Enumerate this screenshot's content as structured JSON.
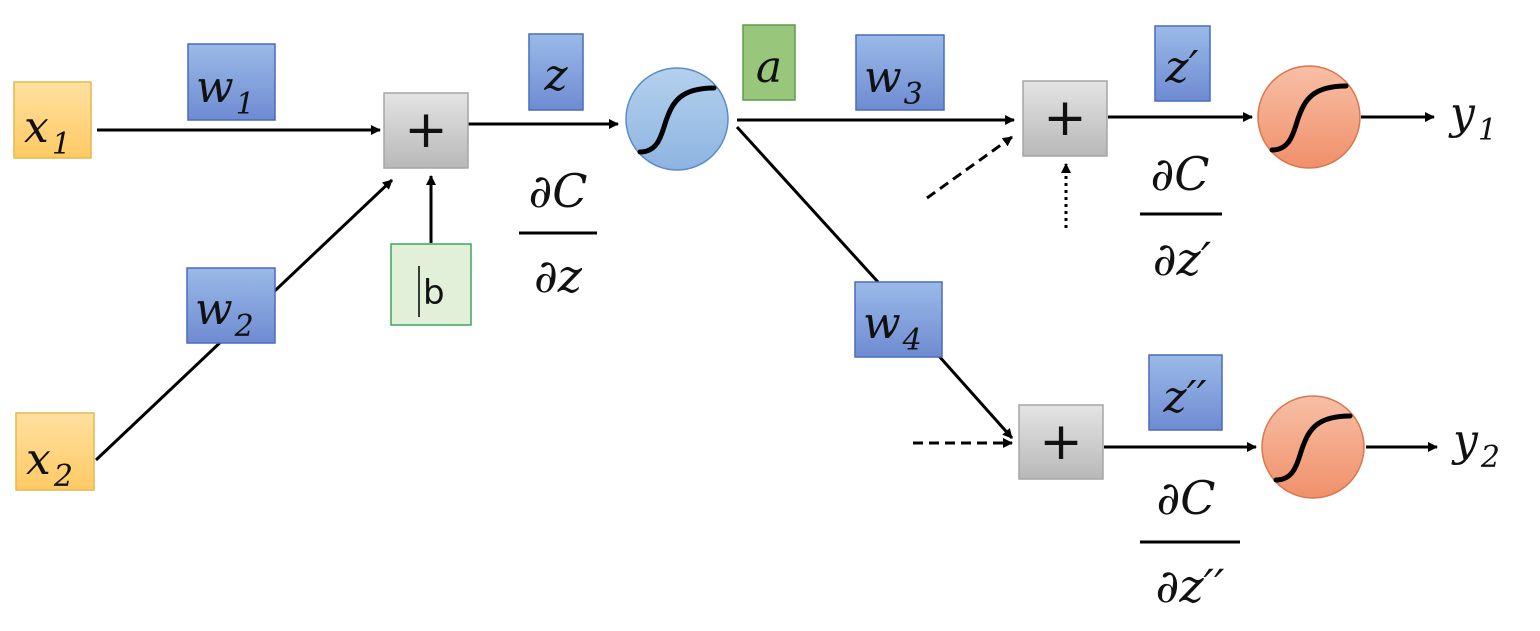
{
  "nodes": {
    "x1": {
      "symbol": "x",
      "sub": "1"
    },
    "x2": {
      "symbol": "x",
      "sub": "2"
    },
    "w1": {
      "symbol": "w",
      "sub": "1"
    },
    "w2": {
      "symbol": "w",
      "sub": "2"
    },
    "w3": {
      "symbol": "w",
      "sub": "3"
    },
    "w4": {
      "symbol": "w",
      "sub": "4"
    },
    "b": {
      "label": "b"
    },
    "z": {
      "label": "z"
    },
    "a": {
      "label": "a"
    },
    "z_prime": {
      "label": "z′"
    },
    "z_double_prime": {
      "label": "z′′"
    },
    "sum1": {
      "label": "+"
    },
    "sum2": {
      "label": "+"
    },
    "sum3": {
      "label": "+"
    },
    "y1": {
      "symbol": "y",
      "sub": "1"
    },
    "y2": {
      "symbol": "y",
      "sub": "2"
    }
  },
  "gradients": {
    "dC_dz": {
      "numerator": "∂C",
      "denominator": "∂z"
    },
    "dC_dz_prime": {
      "numerator": "∂C",
      "denominator": "∂z′"
    },
    "dC_dz_double_prime": {
      "numerator": "∂C",
      "denominator": "∂z′′"
    }
  },
  "colors": {
    "input_fill": "#FFD78A",
    "input_stroke": "#E6B94C",
    "weight_fill": "#7F97D6",
    "weight_stroke": "#4A6AC0",
    "bias_fill": "#E2F0D9",
    "bias_stroke": "#3BA55C",
    "activation_label_fill": "#98C77C",
    "sum_fill": "#C8C8C8",
    "hidden_neuron_fill": "#9DC3E6",
    "output_neuron_fill": "#F4A582"
  }
}
